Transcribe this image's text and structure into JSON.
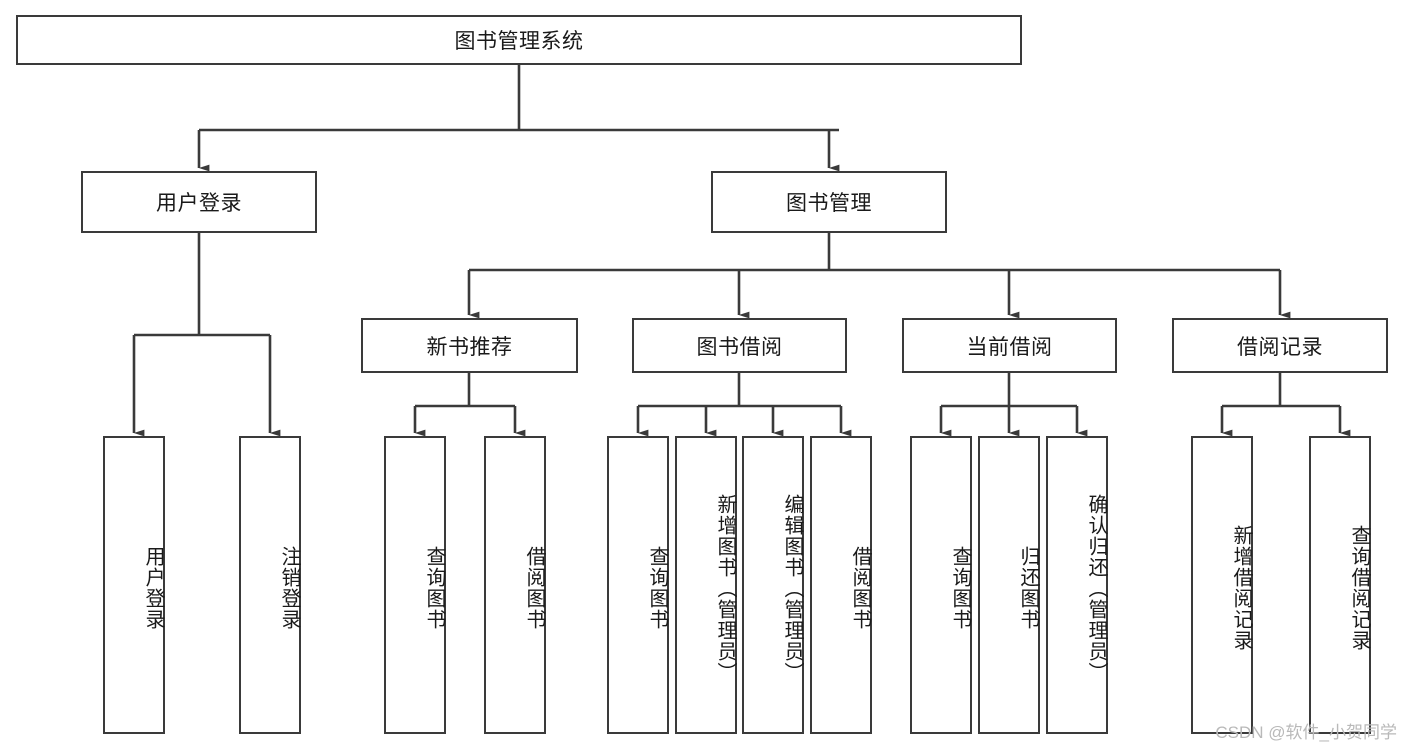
{
  "diagram": {
    "type": "tree",
    "title": "图书管理系统",
    "root": {
      "label": "图书管理系统"
    },
    "level1": [
      {
        "label": "用户登录"
      },
      {
        "label": "图书管理"
      }
    ],
    "level2": [
      {
        "label": "新书推荐"
      },
      {
        "label": "图书借阅"
      },
      {
        "label": "当前借阅"
      },
      {
        "label": "借阅记录"
      }
    ],
    "leaves": {
      "user_login": [
        {
          "label": "用户登录"
        },
        {
          "label": "注销登录"
        }
      ],
      "new_book_recommend": [
        {
          "label": "查询图书"
        },
        {
          "label": "借阅图书"
        }
      ],
      "book_borrow": [
        {
          "label": "查询图书"
        },
        {
          "label": "新增图书（管理员）"
        },
        {
          "label": "编辑图书（管理员）"
        },
        {
          "label": "借阅图书"
        }
      ],
      "current_borrow": [
        {
          "label": "查询图书"
        },
        {
          "label": "归还图书"
        },
        {
          "label": "确认归还（管理员）"
        }
      ],
      "borrow_record": [
        {
          "label": "新增借阅记录"
        },
        {
          "label": "查询借阅记录"
        }
      ]
    }
  },
  "watermark": {
    "text": "CSDN @软件_小贺同学"
  },
  "colors": {
    "background": "#ffffff",
    "border": "#3a3a3a",
    "text": "#1a1a1a",
    "watermark": "#b9b9b9"
  }
}
